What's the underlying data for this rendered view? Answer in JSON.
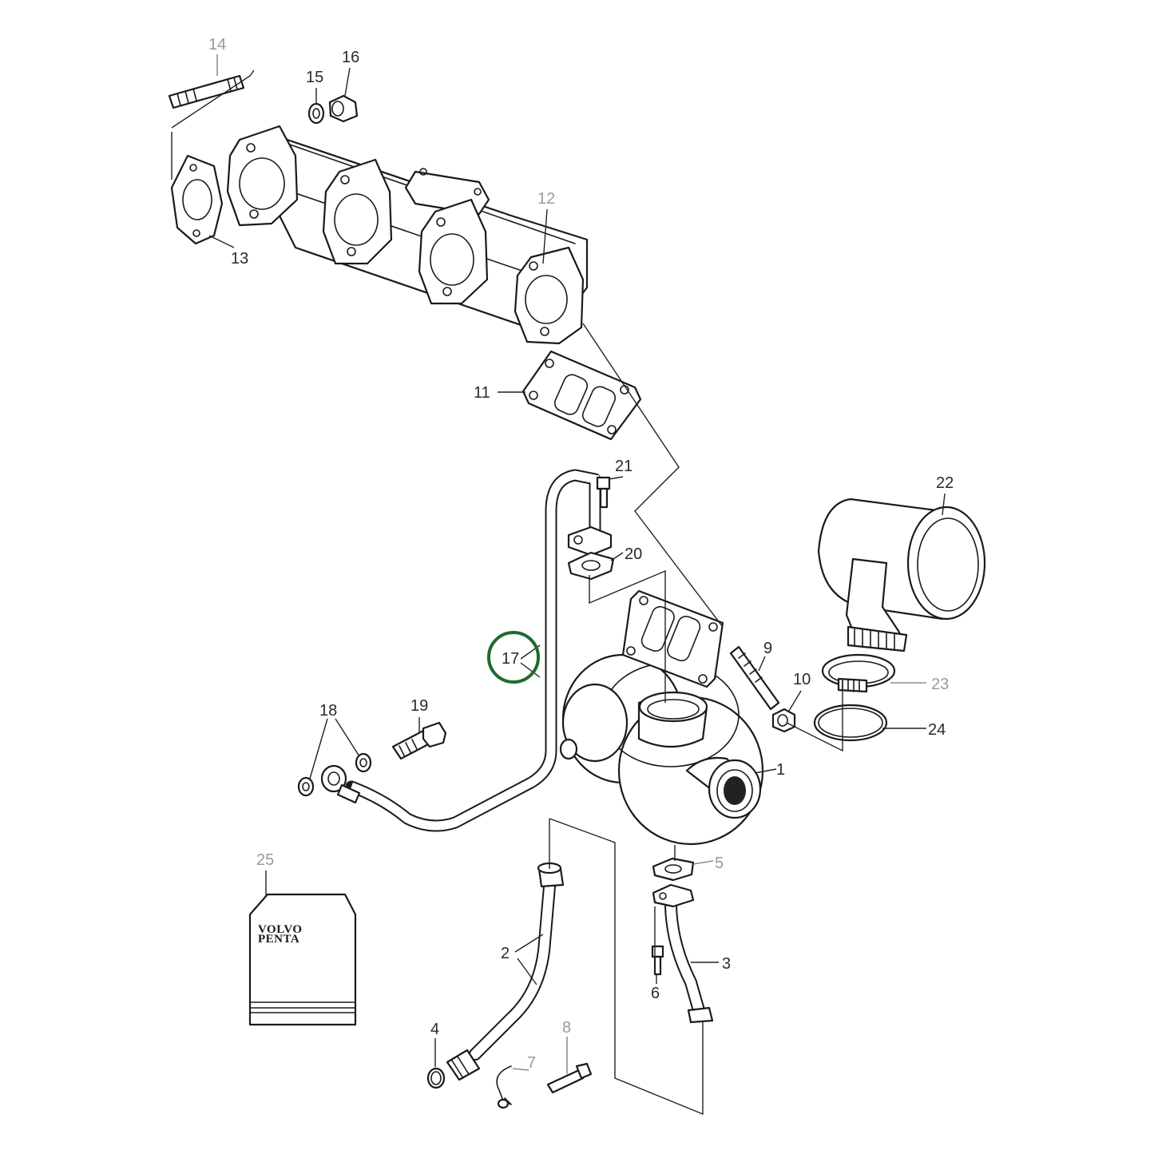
{
  "diagram": {
    "callouts": [
      {
        "id": "1",
        "text": "1"
      },
      {
        "id": "2",
        "text": "2"
      },
      {
        "id": "3",
        "text": "3"
      },
      {
        "id": "4",
        "text": "4"
      },
      {
        "id": "5",
        "text": "5"
      },
      {
        "id": "6",
        "text": "6"
      },
      {
        "id": "7",
        "text": "7"
      },
      {
        "id": "8",
        "text": "8"
      },
      {
        "id": "9",
        "text": "9"
      },
      {
        "id": "10",
        "text": "10"
      },
      {
        "id": "11",
        "text": "11"
      },
      {
        "id": "12",
        "text": "12"
      },
      {
        "id": "13",
        "text": "13"
      },
      {
        "id": "14",
        "text": "14"
      },
      {
        "id": "15",
        "text": "15"
      },
      {
        "id": "16",
        "text": "16"
      },
      {
        "id": "17",
        "text": "17"
      },
      {
        "id": "18",
        "text": "18"
      },
      {
        "id": "19",
        "text": "19"
      },
      {
        "id": "20",
        "text": "20"
      },
      {
        "id": "21",
        "text": "21"
      },
      {
        "id": "22",
        "text": "22"
      },
      {
        "id": "23",
        "text": "23"
      },
      {
        "id": "24",
        "text": "24"
      },
      {
        "id": "25",
        "text": "25"
      }
    ],
    "highlighted_callout": "17",
    "highlight_color": "#1e6b2c",
    "kit_brand_line1": "VOLVO",
    "kit_brand_line2": "PENTA"
  }
}
